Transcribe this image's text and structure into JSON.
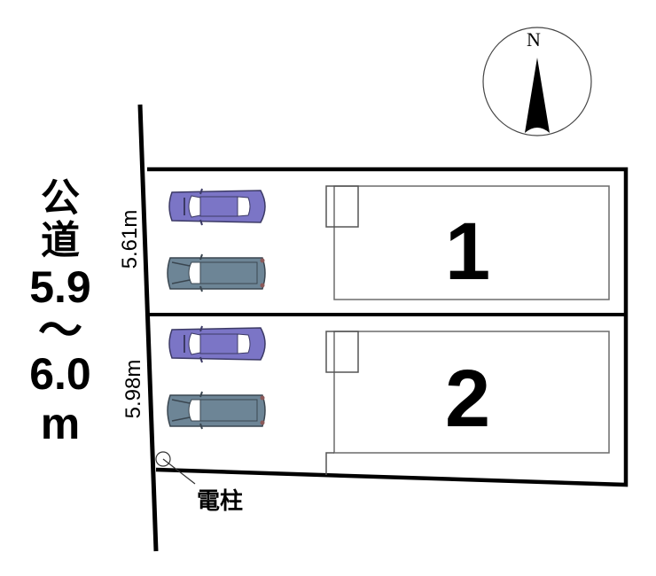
{
  "road": {
    "label_kanji_1": "公",
    "label_kanji_2": "道",
    "width_from": "5.9",
    "range_symbol": "～",
    "width_to": "6.0",
    "unit": "m"
  },
  "compass": {
    "label": "N",
    "icon": "north-arrow-icon"
  },
  "lots": [
    {
      "number": "1",
      "frontage": "5.61m",
      "parking_spaces": 2
    },
    {
      "number": "2",
      "frontage": "5.98m",
      "parking_spaces": 2
    }
  ],
  "utility_pole": {
    "label": "電柱",
    "icon": "utility-pole-icon"
  },
  "colors": {
    "car_sedan": "#7b75c6",
    "car_wagon": "#6d8596",
    "boundary": "#000000",
    "building_outline": "#6b6b6b"
  }
}
